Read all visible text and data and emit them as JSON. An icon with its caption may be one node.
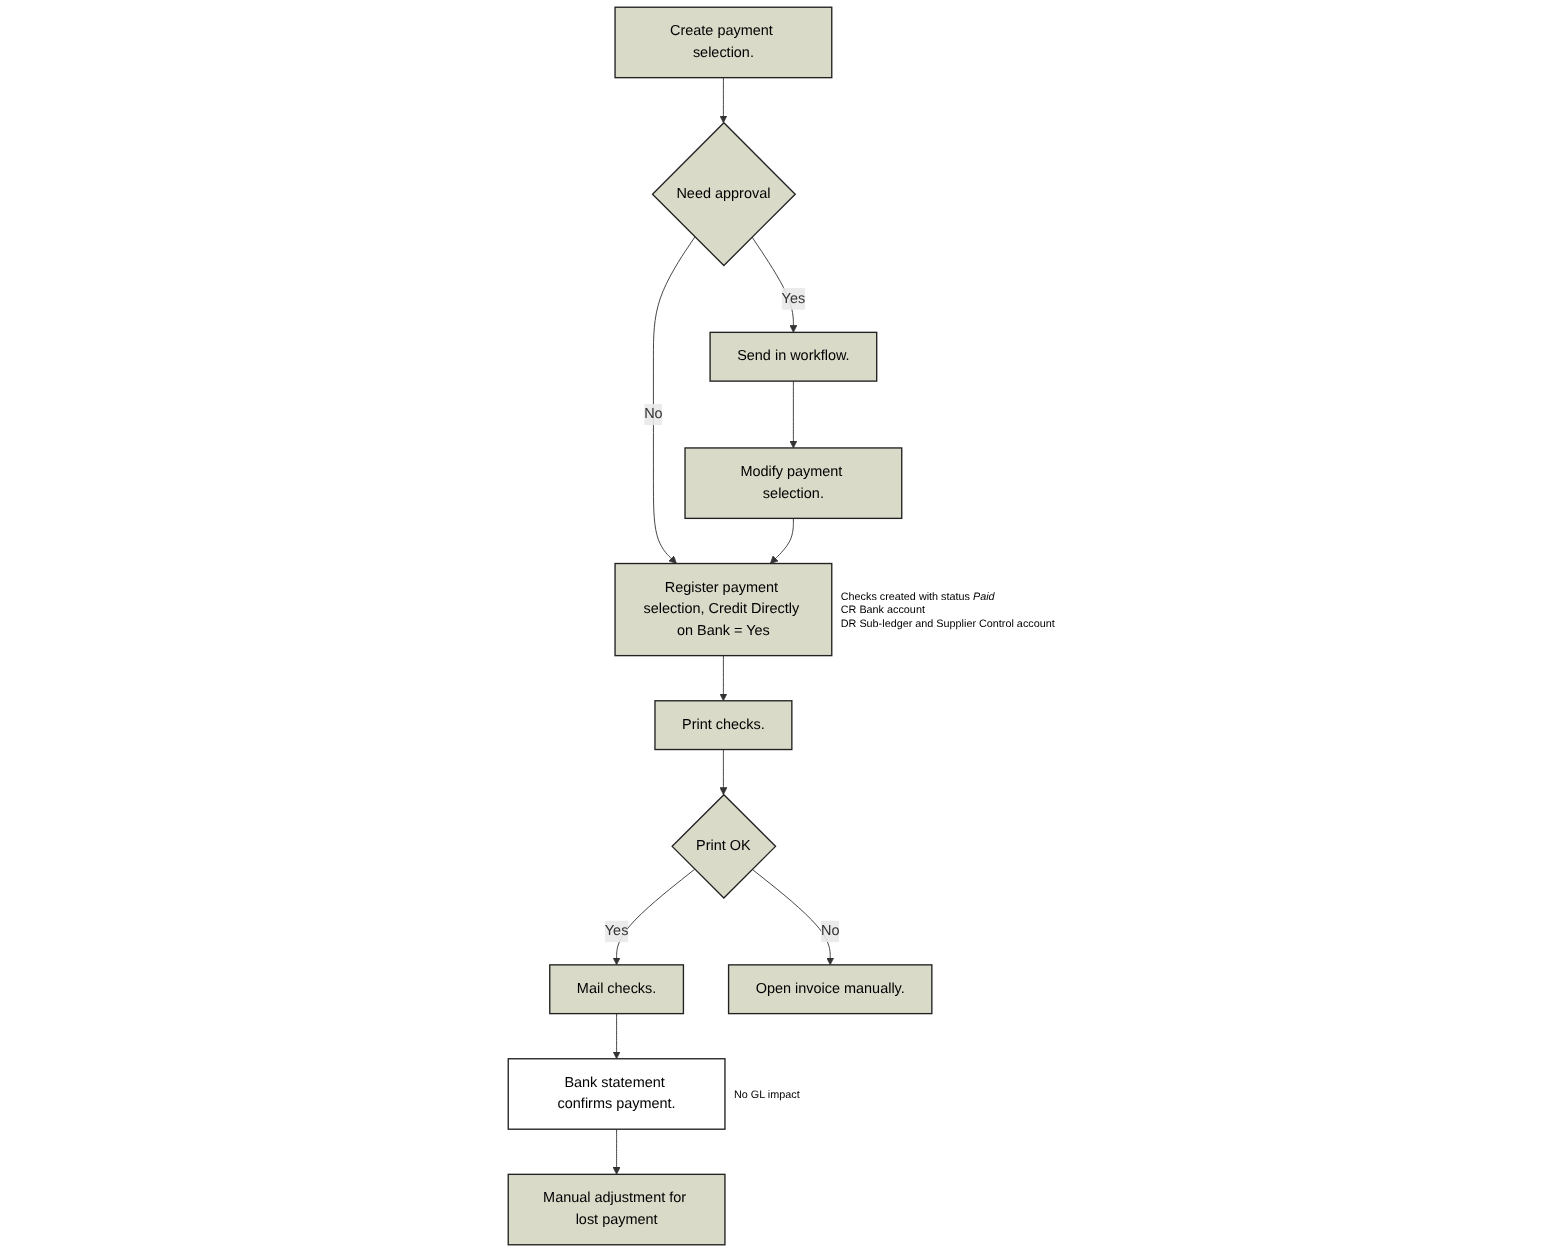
{
  "diagram": {
    "nodes": [
      {
        "text": [
          "Create payment selection."
        ]
      },
      {
        "text": [
          "Need approval"
        ]
      },
      {
        "text": [
          "Send in workflow."
        ]
      },
      {
        "text": [
          "Modify payment selection."
        ]
      },
      {
        "text": [
          "Register payment selection, Credit Directly on Bank = Yes"
        ],
        "beside": [
          "Checks created with status *Paid*",
          "CR Bank account",
          "DR Sub-ledger and Supplier Control account"
        ]
      },
      {
        "text": [
          "Print checks."
        ]
      },
      {
        "text": [
          "Print OK"
        ]
      },
      {
        "text": [
          "Mail checks."
        ]
      },
      {
        "text": [
          "Bank statement confirms payment."
        ],
        "beside": [
          "No GL impact"
        ]
      },
      {
        "text": [
          "Open invoice manually."
        ]
      },
      {
        "text": [
          "Manual adjustment for lost payment"
        ]
      }
    ],
    "edges": [
      {
        "from": 0,
        "to": 1,
        "arrow": "to"
      },
      {
        "from": 1,
        "to": 2,
        "label": "Yes",
        "arrow": "to"
      },
      {
        "from": 2,
        "to": 3,
        "arrow": "to"
      },
      {
        "from": 1,
        "to": 4,
        "label": "No",
        "arrow": "to"
      },
      {
        "from": 3,
        "to": 4,
        "arrow": "to"
      },
      {
        "from": 4,
        "to": 5,
        "arrow": "to"
      },
      {
        "from": 5,
        "to": 6,
        "arrow": "to"
      },
      {
        "from": 6,
        "to": 7,
        "label": "Yes",
        "arrow": "to"
      },
      {
        "from": 6,
        "to": 9,
        "label": "No",
        "arrow": "to"
      },
      {
        "from": 7,
        "to": 8,
        "arrow": "to"
      },
      {
        "from": 8,
        "to": 10,
        "arrow": "to"
      }
    ]
  }
}
